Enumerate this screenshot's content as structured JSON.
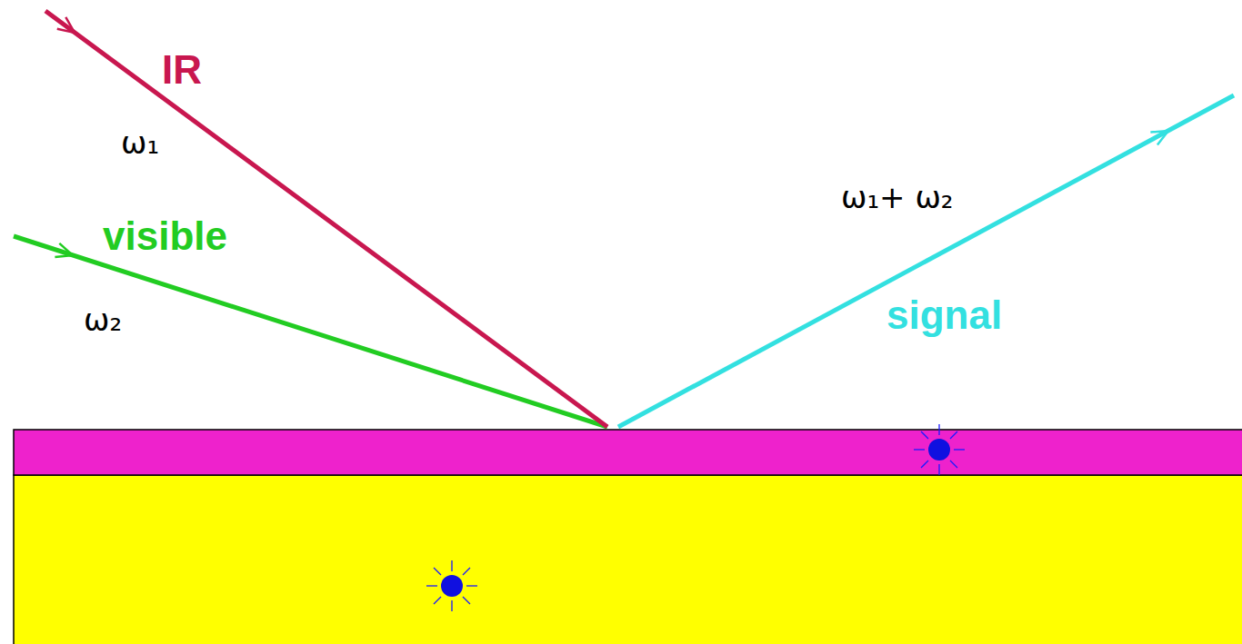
{
  "diagram": {
    "labels": [
      "IR",
      "ω₁",
      "visible",
      "ω₂",
      "ω₁+ ω₂",
      "signal"
    ]
  }
}
